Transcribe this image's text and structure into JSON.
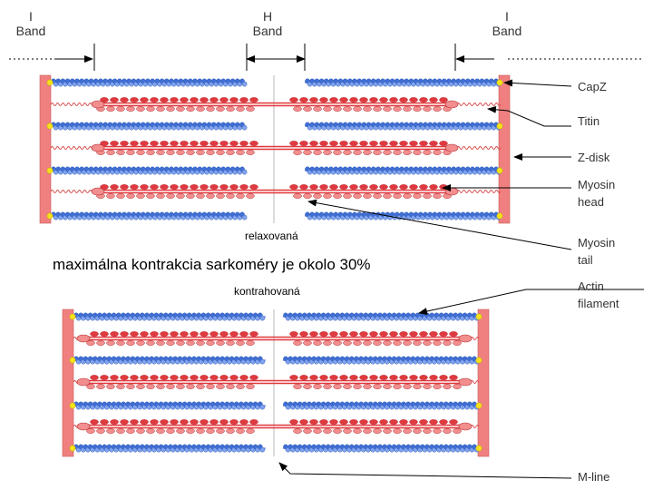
{
  "band_labels": {
    "i_left": [
      "I",
      "Band"
    ],
    "h": [
      "H",
      "Band"
    ],
    "i_right": [
      "I",
      "Band"
    ]
  },
  "side_labels": [
    "CapZ",
    "Titin",
    "Z-disk",
    "Myosin head",
    "Myosin tail",
    "Actin filament",
    "M-line"
  ],
  "state_relaxed": "relaxovaná",
  "state_contracted": "kontrahovaná",
  "headline": "maximálna kontrakcia sarkoméry je okolo 30%",
  "colors": {
    "actin": "#3f6fd6",
    "actin_light": "#7fa3ef",
    "myosin": "#e0393f",
    "myosin_light": "#f28e8e",
    "zdisk": "#f08080",
    "capz": "#f5e21b",
    "titin": "#d84a4a",
    "mline": "#c8c8c8"
  }
}
